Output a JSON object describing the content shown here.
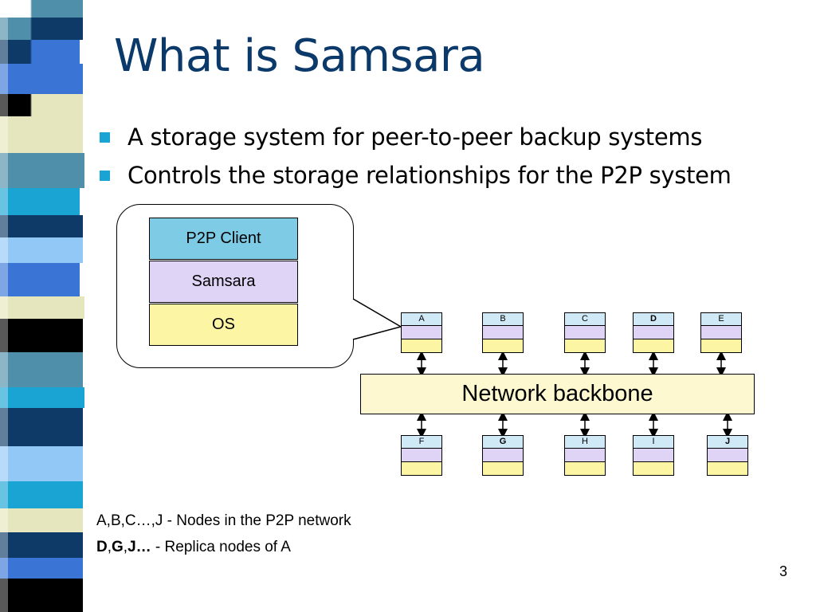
{
  "slide": {
    "title": "What is Samsara",
    "bullets": [
      "A storage system for peer-to-peer backup systems",
      "Controls the storage relationships for the P2P system"
    ],
    "page_number": "3"
  },
  "diagram": {
    "stack": [
      "P2P Client",
      "Samsara",
      "OS"
    ],
    "backbone_label": "Network backbone",
    "top_nodes": [
      {
        "label": "A",
        "bold": false
      },
      {
        "label": "B",
        "bold": false
      },
      {
        "label": "C",
        "bold": false
      },
      {
        "label": "D",
        "bold": true
      },
      {
        "label": "E",
        "bold": false
      }
    ],
    "bottom_nodes": [
      {
        "label": "F",
        "bold": false
      },
      {
        "label": "G",
        "bold": true
      },
      {
        "label": "H",
        "bold": false
      },
      {
        "label": "I",
        "bold": false
      },
      {
        "label": "J",
        "bold": true
      }
    ]
  },
  "notes": {
    "nodes_line": "A,B,C…,J - Nodes in the P2P network",
    "replica_prefix_d": "D",
    "replica_sep_1": ",",
    "replica_prefix_g": "G",
    "replica_sep_2": ",",
    "replica_prefix_j": "J…",
    "replica_suffix": " - Replica nodes of A"
  },
  "colors": {
    "title": "#0b3a6a",
    "bullet": "#1aa4d4",
    "p2p_client": "#7ecbe6",
    "samsara": "#e0d4f6",
    "os": "#fbf5a4",
    "backbone": "#fdf8d0"
  },
  "decor": {
    "stripe_palette": [
      "#4f8faa",
      "#0d3a66",
      "#3a75d6",
      "#000000",
      "#e6e6be",
      "#1aa4d4",
      "#91c8f5",
      "#ffffff"
    ]
  }
}
